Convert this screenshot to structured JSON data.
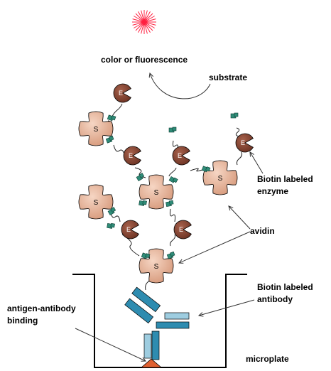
{
  "labels": {
    "color_or_fluorescence": "color or fluorescence",
    "substrate": "substrate",
    "biotin_enzyme_line1": "Biotin labeled",
    "biotin_enzyme_line2": "enzyme",
    "avidin": "avidin",
    "biotin_antibody_line1": "Biotin labeled",
    "biotin_antibody_line2": "antibody",
    "antigen_antibody_line1": "antigen-antibody",
    "antigen_antibody_line2": "binding",
    "microplate": "microplate"
  },
  "avidin_letter": "S",
  "enzyme_letter": "E",
  "colors": {
    "avidin_fill": "#e8b49a",
    "enzyme_fill": "#8a4b3a",
    "biotin_fill": "#2f8c78",
    "antibody_fill": "#2e8cb0",
    "antigen_fill": "#e06030",
    "burst": "#ff2040",
    "outline": "#000000"
  }
}
